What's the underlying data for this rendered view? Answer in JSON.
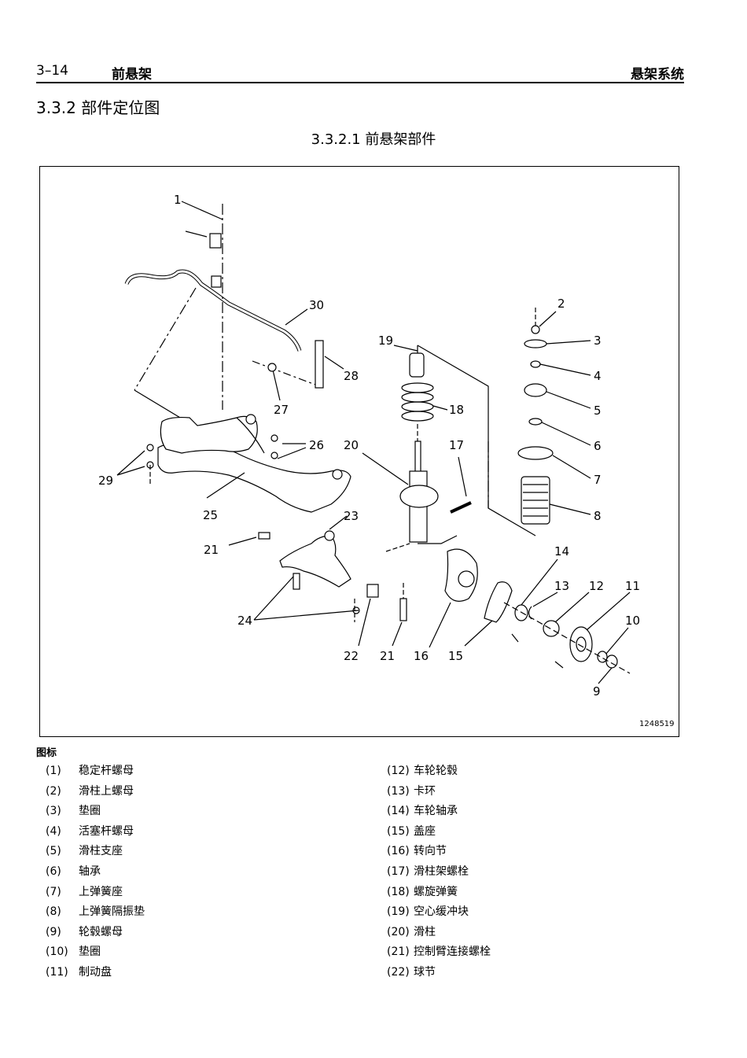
{
  "header": {
    "page_number": "3–14",
    "chapter_title": "前悬架",
    "section_name": "悬架系统"
  },
  "section_title": "3.3.2 部件定位图",
  "figure": {
    "title": "3.3.2.1 前悬架部件",
    "code": "1248519",
    "labels": [
      "1",
      "2",
      "3",
      "4",
      "5",
      "6",
      "7",
      "8",
      "9",
      "10",
      "11",
      "12",
      "13",
      "14",
      "15",
      "16",
      "17",
      "18",
      "19",
      "20",
      "21",
      "21",
      "22",
      "23",
      "24",
      "25",
      "26",
      "27",
      "28",
      "29",
      "30"
    ]
  },
  "legend": {
    "heading": "图标",
    "left": [
      {
        "num": "(1)",
        "text": "稳定杆螺母"
      },
      {
        "num": "(2)",
        "text": "滑柱上螺母"
      },
      {
        "num": "(3)",
        "text": "垫圈"
      },
      {
        "num": "(4)",
        "text": "活塞杆螺母"
      },
      {
        "num": "(5)",
        "text": "滑柱支座"
      },
      {
        "num": "(6)",
        "text": "轴承"
      },
      {
        "num": "(7)",
        "text": "上弹簧座"
      },
      {
        "num": "(8)",
        "text": "上弹簧隔振垫"
      },
      {
        "num": "(9)",
        "text": "轮毂螺母"
      },
      {
        "num": "(10)",
        "text": "垫圈"
      },
      {
        "num": "(11)",
        "text": "制动盘"
      }
    ],
    "right": [
      {
        "num": "(12)",
        "text": "车轮轮毂"
      },
      {
        "num": "(13)",
        "text": "卡环"
      },
      {
        "num": "(14)",
        "text": "车轮轴承"
      },
      {
        "num": "(15)",
        "text": "盖座"
      },
      {
        "num": "(16)",
        "text": "转向节"
      },
      {
        "num": "(17)",
        "text": "滑柱架螺栓"
      },
      {
        "num": "(18)",
        "text": "螺旋弹簧"
      },
      {
        "num": "(19)",
        "text": "空心缓冲块"
      },
      {
        "num": "(20)",
        "text": "滑柱"
      },
      {
        "num": "(21)",
        "text": "控制臂连接螺栓"
      },
      {
        "num": "(22)",
        "text": "球节"
      }
    ]
  }
}
